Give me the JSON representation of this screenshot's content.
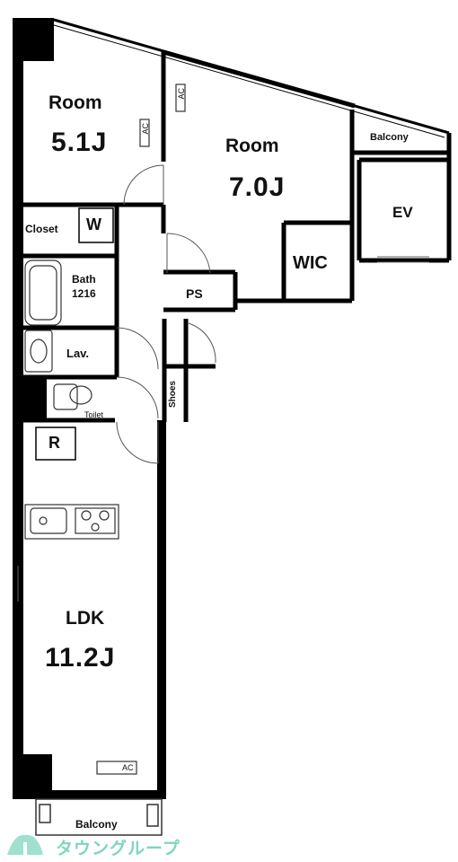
{
  "rooms": {
    "room_west": {
      "label": "Room",
      "size": "5.1J"
    },
    "room_east": {
      "label": "Room",
      "size": "7.0J"
    },
    "ldk": {
      "label": "LDK",
      "size": "11.2J"
    }
  },
  "spaces": {
    "balcony_top": "Balcony",
    "balcony_bottom": "Balcony",
    "ev": "EV",
    "wic": "WIC",
    "ps": "PS",
    "closet": "Closet",
    "washer": "W",
    "bath": "Bath",
    "bath_size": "1216",
    "lav": "Lav.",
    "toilet": "Toilet",
    "refrigerator": "R",
    "shoes": "Shoes"
  },
  "ac_labels": [
    "AC",
    "AC",
    "AC"
  ],
  "logo": {
    "text": "タウングループ"
  },
  "colors": {
    "wall": "#000000",
    "line": "#333333",
    "logo": "#7fd4c0"
  }
}
